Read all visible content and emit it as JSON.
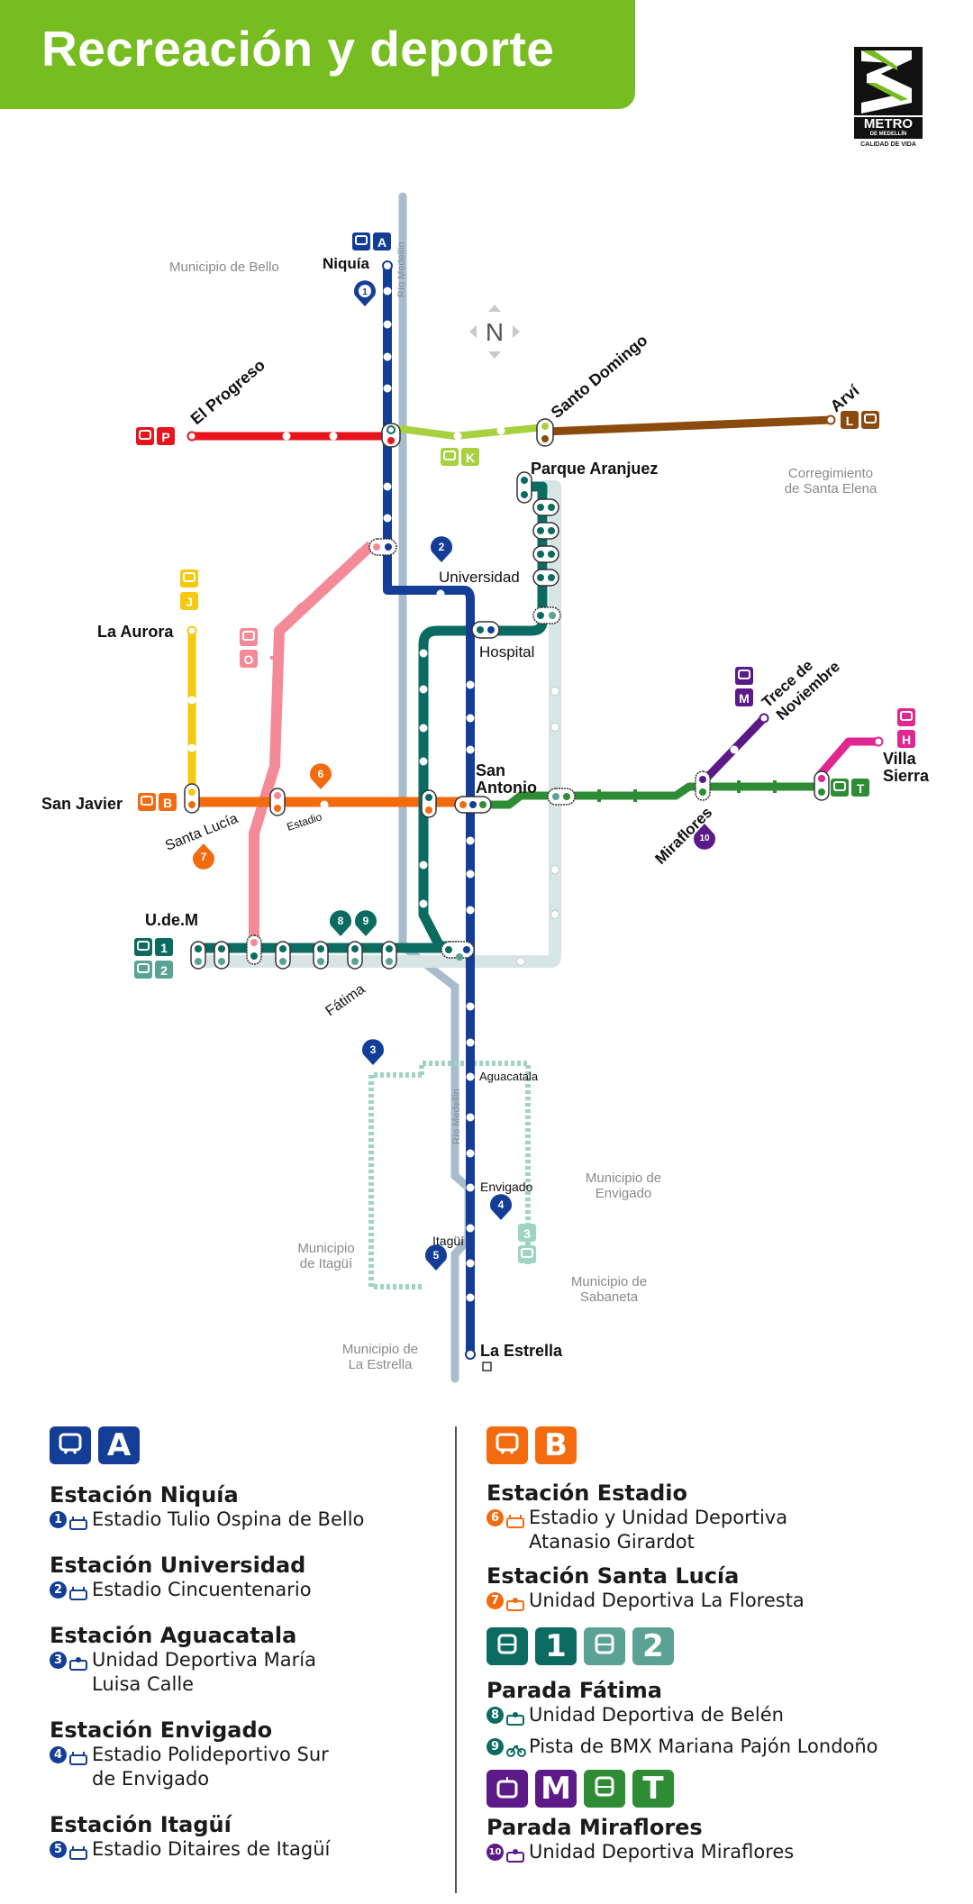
{
  "header": {
    "title": "Recreación y deporte"
  },
  "logo": {
    "name": "METRO",
    "sub": "DE MEDELLÍN",
    "tagline": "CALIDAD DE VIDA"
  },
  "map": {
    "compass": "N",
    "river_label": "Río Medellín",
    "regions": {
      "bello": "Municipio de Bello",
      "santa_elena": [
        "Corregimiento",
        "de Santa Elena"
      ],
      "envigado": [
        "Municipio de",
        "Envigado"
      ],
      "itagui": [
        "Municipio",
        "de Itagüí"
      ],
      "sabaneta": [
        "Municipio de",
        "Sabaneta"
      ],
      "la_estrella": [
        "Municipio de",
        "La Estrella"
      ]
    },
    "stations": {
      "niquia": "Niquía",
      "universidad": "Universidad",
      "hospital": "Hospital",
      "san_antonio": [
        "San",
        "Antonio"
      ],
      "aguacatala": "Aguacatala",
      "envigado": "Envigado",
      "itagui": "Itagüí",
      "la_estrella": "La Estrella",
      "el_progreso": "El Progreso",
      "santo_domingo": "Santo Domingo",
      "arvi": "Arví",
      "parque_aranjuez": "Parque Aranjuez",
      "la_aurora": "La Aurora",
      "san_javier": "San Javier",
      "santa_lucia": "Santa Lucía",
      "estadio": "Estadio",
      "udem": "U.de.M",
      "fatima": "Fátima",
      "trece": [
        "Trece de",
        "Noviembre"
      ],
      "miraflores": "Miraflores",
      "villa_sierra": [
        "Villa",
        "Sierra"
      ]
    },
    "line_codes": {
      "A": "A",
      "P": "P",
      "K": "K",
      "L": "L",
      "J": "J",
      "O": "O",
      "B": "B",
      "M": "M",
      "H": "H",
      "T": "T",
      "1": "1",
      "2": "2",
      "3": "3"
    },
    "pins": [
      "1",
      "2",
      "3",
      "4",
      "5",
      "6",
      "7",
      "8",
      "9",
      "10"
    ]
  },
  "colors": {
    "line_A": "#133d97",
    "line_B": "#f36b0f",
    "line_P": "#e7141e",
    "line_K": "#a7d13f",
    "line_L": "#8b4a0e",
    "line_J": "#f6c90f",
    "line_O": "#f48a97",
    "line_H": "#e0268f",
    "line_M": "#5b1a88",
    "line_T": "#2e8c34",
    "line_1": "#0b6b61",
    "line_2": "#5aa294",
    "river": "#a9bccd",
    "header_green": "#77bd22"
  },
  "legend": {
    "left": {
      "badges": [
        "A"
      ],
      "groups": [
        {
          "title": "Estación Niquía",
          "items": [
            {
              "n": "1",
              "lines": [
                "Estadio Tulio Ospina de Bello"
              ]
            }
          ]
        },
        {
          "title": "Estación Universidad",
          "items": [
            {
              "n": "2",
              "lines": [
                "Estadio Cincuentenario"
              ]
            }
          ]
        },
        {
          "title": "Estación Aguacatala",
          "items": [
            {
              "n": "3",
              "lines": [
                "Unidad Deportiva María",
                "Luisa Calle"
              ]
            }
          ]
        },
        {
          "title": "Estación Envigado",
          "items": [
            {
              "n": "4",
              "lines": [
                "Estadio Polideportivo Sur",
                "de Envigado"
              ]
            }
          ]
        },
        {
          "title": "Estación Itagüí",
          "items": [
            {
              "n": "5",
              "lines": [
                "Estadio Ditaires de Itagüí"
              ]
            }
          ]
        }
      ]
    },
    "right": {
      "badges_b": [
        "B"
      ],
      "badges_12": [
        "1",
        "2"
      ],
      "badges_mt": [
        "M",
        "T"
      ],
      "groups": [
        {
          "title": "Estación Estadio",
          "items": [
            {
              "n": "6",
              "lines": [
                "Estadio y Unidad Deportiva",
                "Atanasio Girardot"
              ]
            }
          ]
        },
        {
          "title": "Estación Santa Lucía",
          "items": [
            {
              "n": "7",
              "lines": [
                "Unidad Deportiva La Floresta"
              ]
            }
          ]
        },
        {
          "title": "Parada Fátima",
          "items": [
            {
              "n": "8",
              "lines": [
                "Unidad Deportiva de Belén"
              ]
            },
            {
              "n": "9",
              "lines": [
                "Pista de BMX Mariana Pajón Londoño"
              ]
            }
          ]
        },
        {
          "title": "Parada Miraflores",
          "items": [
            {
              "n": "10",
              "lines": [
                "Unidad Deportiva Miraflores"
              ]
            }
          ]
        }
      ]
    }
  }
}
